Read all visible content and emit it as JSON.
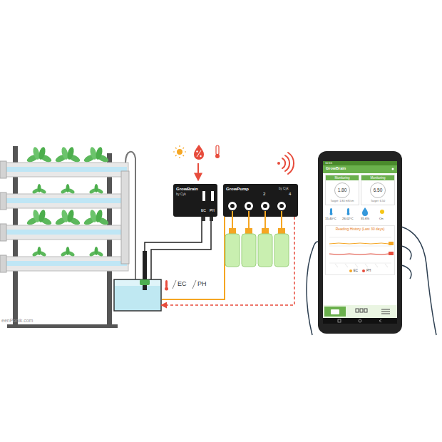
{
  "diagram": {
    "nodes": [
      {
        "text": [
          "GrowBrain",
          "by Cyk",
          "EC",
          "PH"
        ]
      },
      {
        "text": [
          "GrowPump",
          "2",
          "by Cyk",
          "4"
        ]
      },
      {
        "text": [
          "EC",
          "PH"
        ]
      },
      {
        "text": [
          "GrowBrain"
        ]
      },
      {
        "text": [
          "Monitoring",
          "1.80",
          "Target: 1.80 mS/cm"
        ],
        "in": 3
      },
      {
        "text": [
          "Monitoring",
          "6.50",
          "Target: 6.50"
        ],
        "in": 3
      },
      {
        "text": [
          "Reading History (Last 30 days)"
        ],
        "in": 3
      }
    ],
    "edges": [
      {
        "from": 0,
        "to": 2,
        "arrow": "none"
      },
      {
        "from": 1,
        "to": 2,
        "arrow": "to"
      }
    ],
    "labels": [
      "eenPonik.com",
      "10:15",
      "15.40°C",
      "26.02°C",
      "35.6%",
      "On"
    ],
    "legend": [
      {
        "text": "EC",
        "color": "#f5a623"
      },
      {
        "text": "PH",
        "color": "#e74c3c"
      }
    ]
  }
}
